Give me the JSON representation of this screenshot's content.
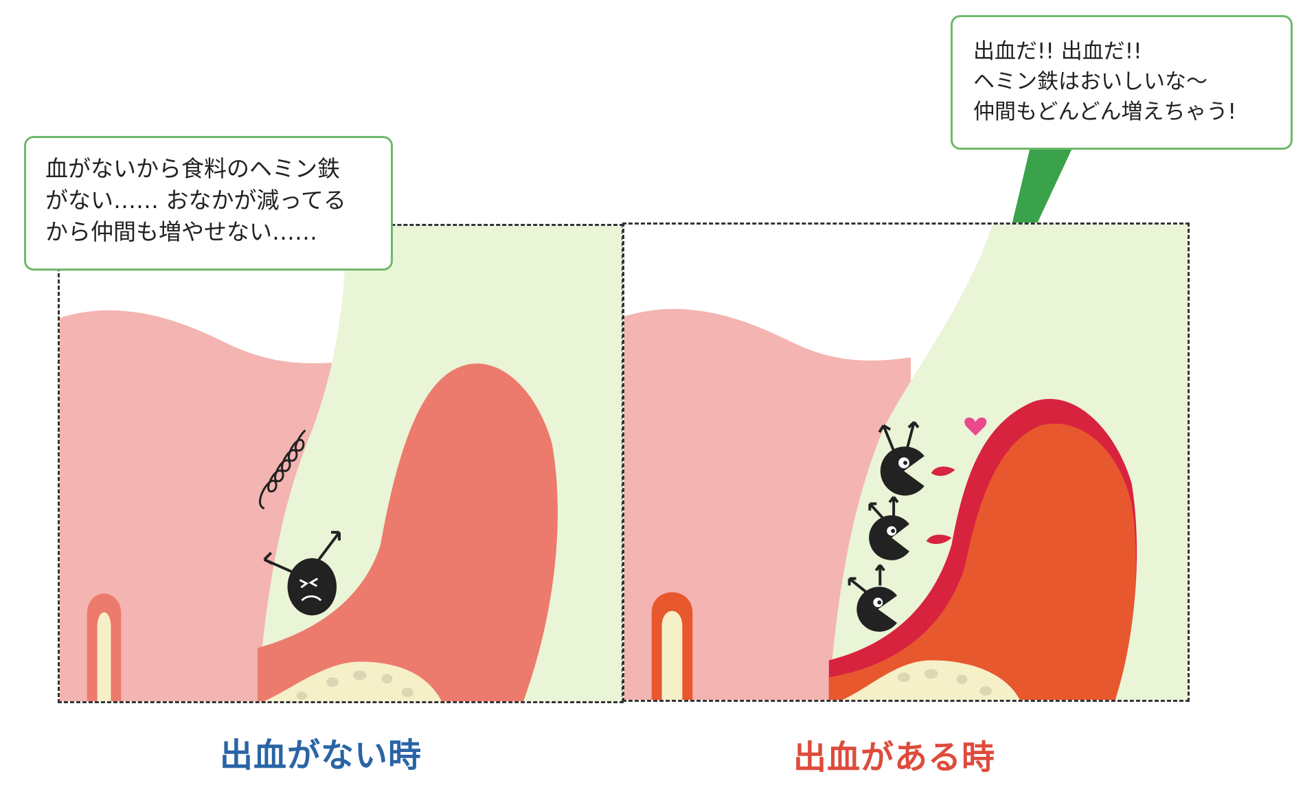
{
  "panels": {
    "left": {
      "caption": "出血がない時",
      "caption_color": "#2a64a6",
      "speech": [
        "血がないから食料のヘミン鉄",
        "がない…… おなかが減ってる",
        "から仲間も増やせない……"
      ],
      "bacteria": [
        {
          "mood": "hungry-sad"
        }
      ]
    },
    "right": {
      "caption": "出血がある時",
      "caption_color": "#de4b3c",
      "speech": [
        "出血だ!!  出血だ!!",
        "ヘミン鉄はおいしいな～",
        "仲間もどんどん増えちゃう!"
      ],
      "bacteria": [
        {
          "mood": "eating"
        },
        {
          "mood": "eating"
        },
        {
          "mood": "eating"
        }
      ]
    }
  },
  "colors": {
    "gum": "#f4b4b1",
    "tooth": "#eaf4d6",
    "inflamed_gum_left": "#ec7b6d",
    "inflamed_gum_right": "#e8582f",
    "blood": "#d8233f",
    "bone": "#f6f0c8",
    "bubble_border": "#6db86b",
    "tail_green": "#3aa24a"
  }
}
